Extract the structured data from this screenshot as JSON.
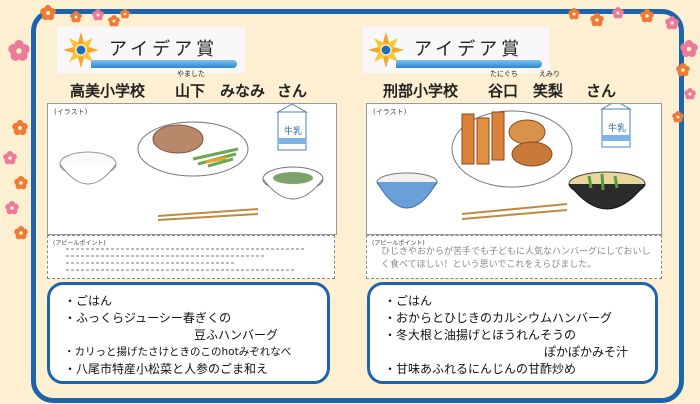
{
  "award_title": "アイデア賞",
  "entries": [
    {
      "school": "高美小学校",
      "family_name": "山下",
      "family_ruby": "やました",
      "given_name": "みなみ",
      "suffix": "さん",
      "illustration_label": "(イラスト)",
      "milk_label": "牛乳",
      "appeal_label": "(アピールポイント)",
      "menu": [
        "・ごはん",
        "・ふっくらジューシー春ぎくの",
        "豆ふハンバーグ",
        "・カリっと揚げたさけときのこのhotみぞれなべ",
        "・八尾市特産小松菜と人参のごま和え"
      ]
    },
    {
      "school": "刑部小学校",
      "family_name": "谷口",
      "family_ruby": "たにぐち",
      "given_name": "笑梨",
      "given_ruby": "えみり",
      "suffix": "さん",
      "illustration_label": "(イラスト)",
      "milk_label": "牛乳",
      "appeal_label": "(アピールポイント)",
      "appeal_text": "ひじきやおからが苦手でも子どもに人気なハンバーグにしておいしく食べてほしい！という思いでこれをえらびました。",
      "menu": [
        "・ごはん",
        "・おからとひじきのカルシウムハンバーグ",
        "・冬大根と油揚げとほうれんそうの",
        "ぽかぽかみそ汁",
        "・甘味あふれるにんじんの甘酢炒め"
      ]
    }
  ],
  "colors": {
    "frame": "#1d64ad",
    "background": "#fdf0d2",
    "flower_pink": "#ec7a9a",
    "flower_orange": "#ee7a3a"
  }
}
